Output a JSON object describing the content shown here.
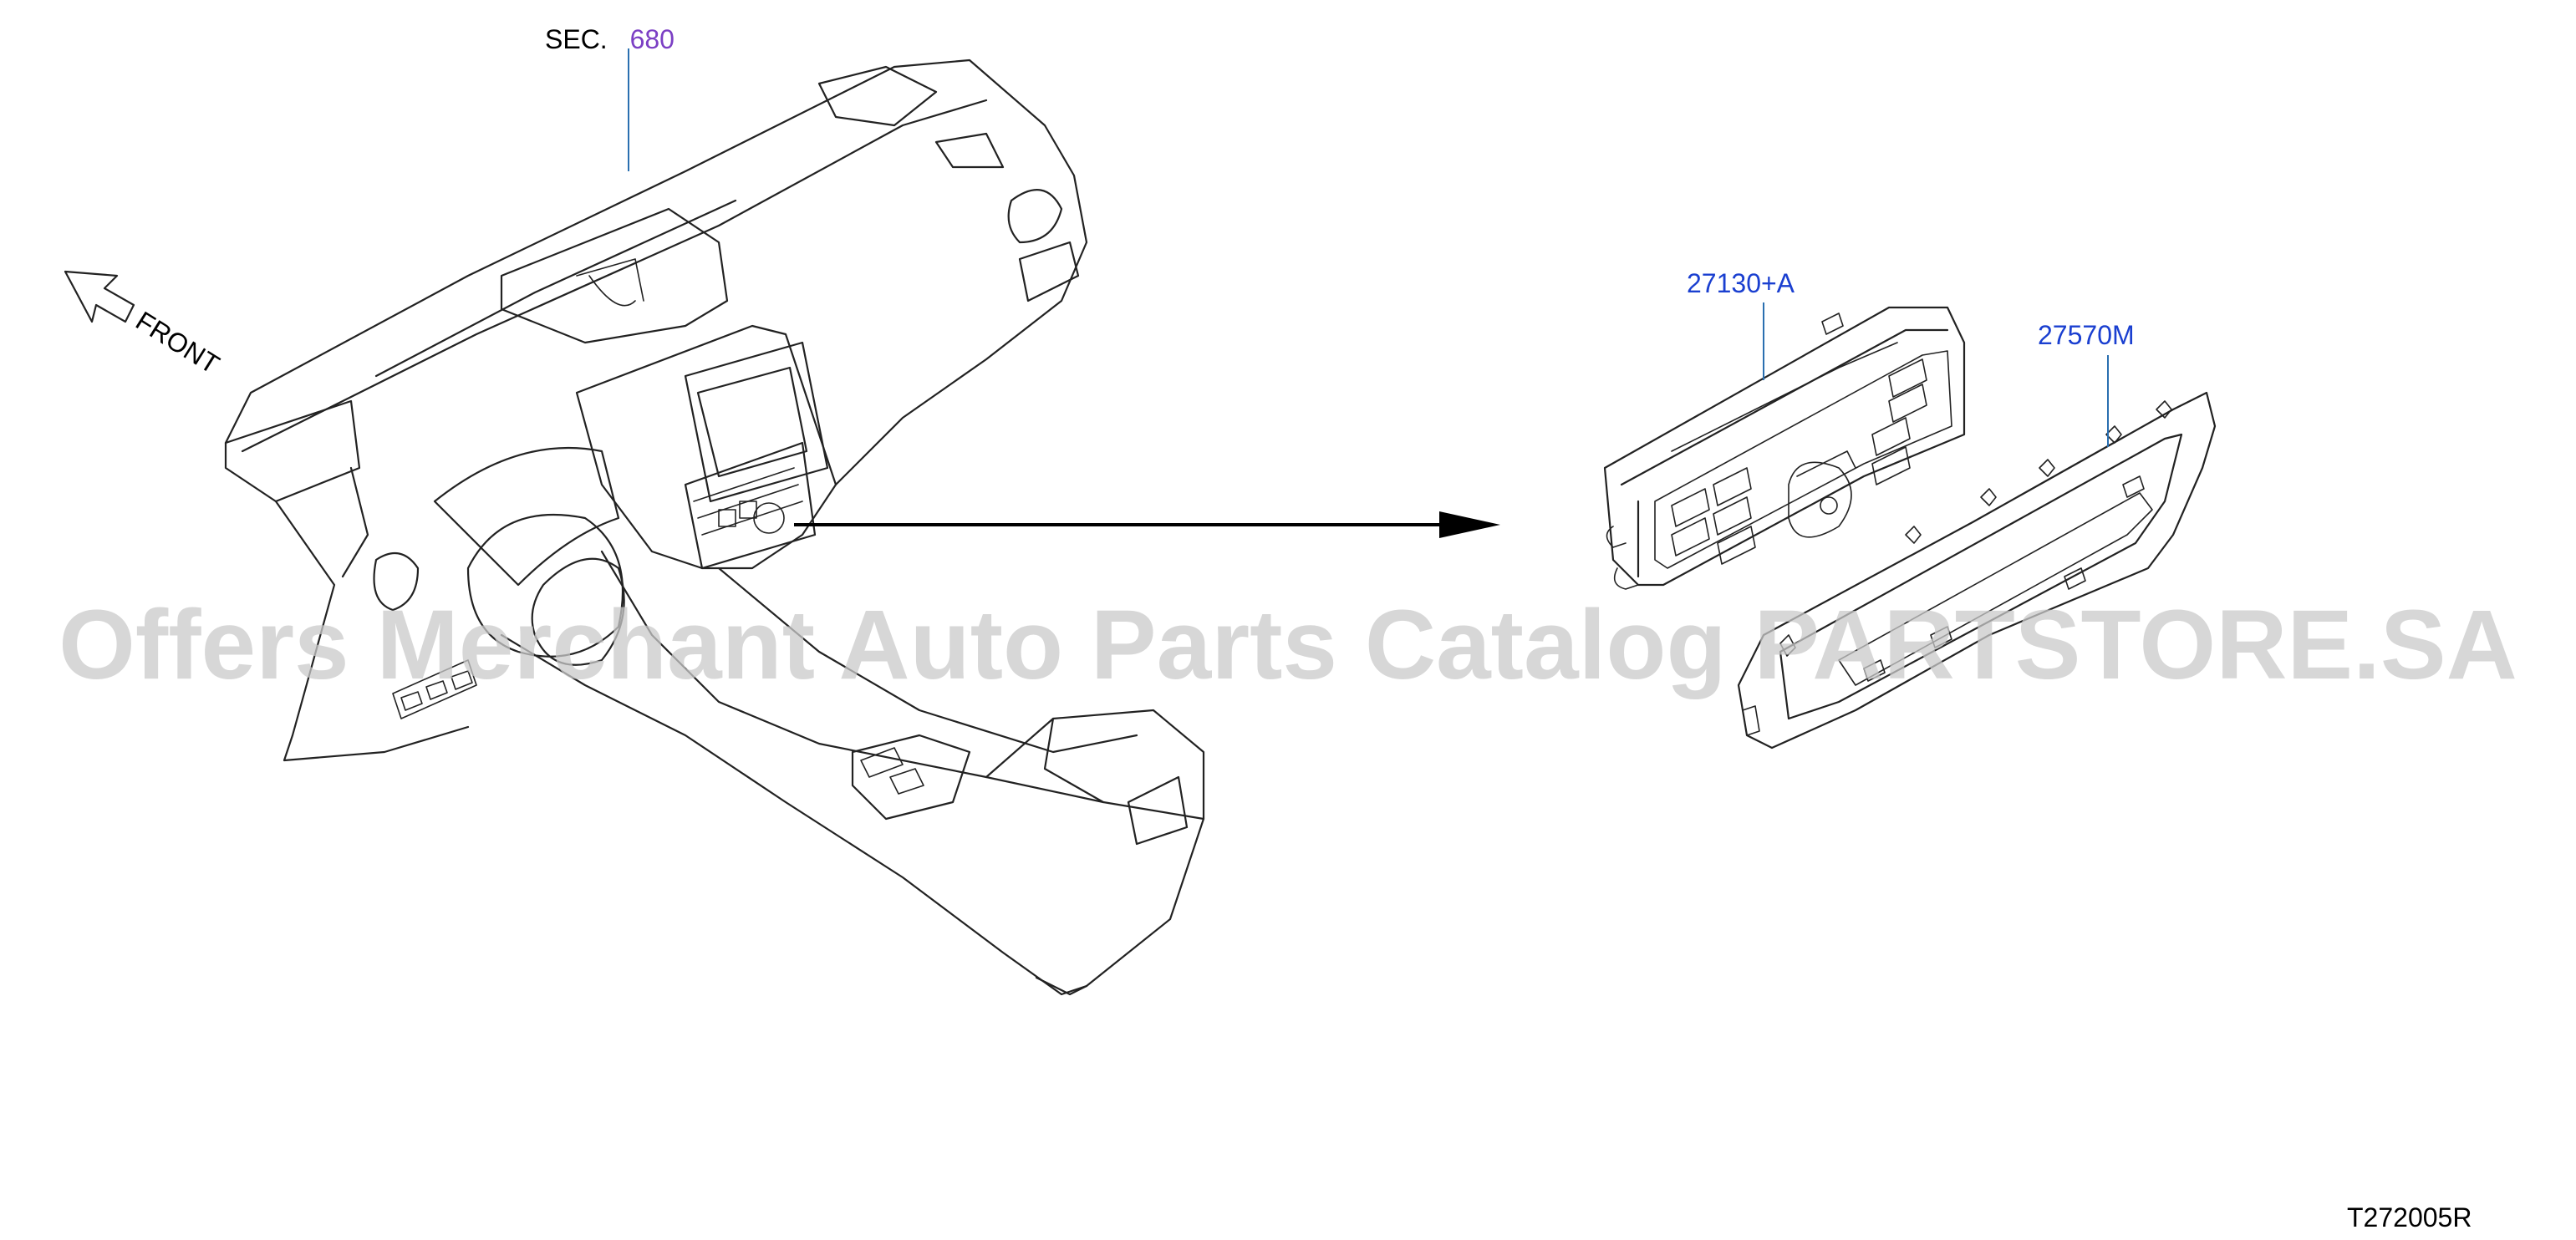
{
  "sec_ref": {
    "prefix": "SEC.",
    "number": "680"
  },
  "front_label": "FRONT",
  "callouts": [
    {
      "id": "control-assembly",
      "text": "27130+A"
    },
    {
      "id": "finisher",
      "text": "27570M"
    }
  ],
  "watermark": "Offers Merchant Auto Parts Catalog PARTSTORE.SA",
  "figure_code": "T272005R",
  "colors": {
    "sec_prefix": "#000000",
    "sec_number": "#7b3fc4",
    "callout": "#1a3fd0",
    "leader": "#2a6fb0",
    "watermark": "#c9c9c9"
  }
}
